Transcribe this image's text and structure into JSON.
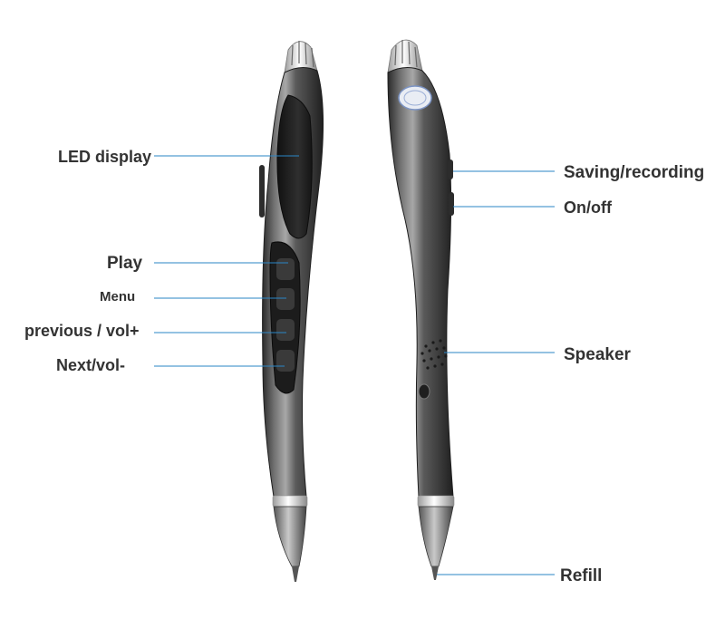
{
  "colors": {
    "leader_line": "#2a86c6",
    "label_text": "#333333",
    "pen_body_dark": "#2e2e2e",
    "pen_body_light": "#9a9a9a",
    "chrome": "#e6e6e6"
  },
  "left_pen": {
    "labels": [
      {
        "id": "led-display",
        "text": "LED display"
      },
      {
        "id": "play",
        "text": "Play"
      },
      {
        "id": "menu",
        "text": "Menu"
      },
      {
        "id": "previous-vol-up",
        "text": "previous / vol+"
      },
      {
        "id": "next-vol-down",
        "text": "Next/vol-"
      }
    ]
  },
  "right_pen": {
    "labels": [
      {
        "id": "saving-recording",
        "text": "Saving/recording"
      },
      {
        "id": "on-off",
        "text": "On/off"
      },
      {
        "id": "speaker",
        "text": "Speaker"
      },
      {
        "id": "refill",
        "text": "Refill"
      }
    ]
  }
}
